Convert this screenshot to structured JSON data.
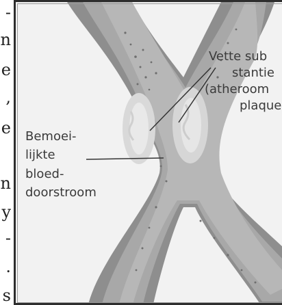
{
  "left_text_fragments": [
    "-",
    "n",
    "e",
    ",",
    "e",
    "n",
    "y",
    "-",
    ".",
    "s"
  ],
  "labels": {
    "fatty_substance": [
      "Vette sub",
      "stantie",
      "(atheroom",
      "plaque"
    ],
    "impeded_flow": [
      "Bemoei-",
      "lijkte",
      "bloed-",
      "doorstroom"
    ]
  },
  "colors": {
    "vessel_wall": "#8c8c8c",
    "lumen": "#b3b3b3",
    "plaque": "#d8d8d8",
    "background": "#f2f2f2",
    "leader_line": "#333333"
  }
}
